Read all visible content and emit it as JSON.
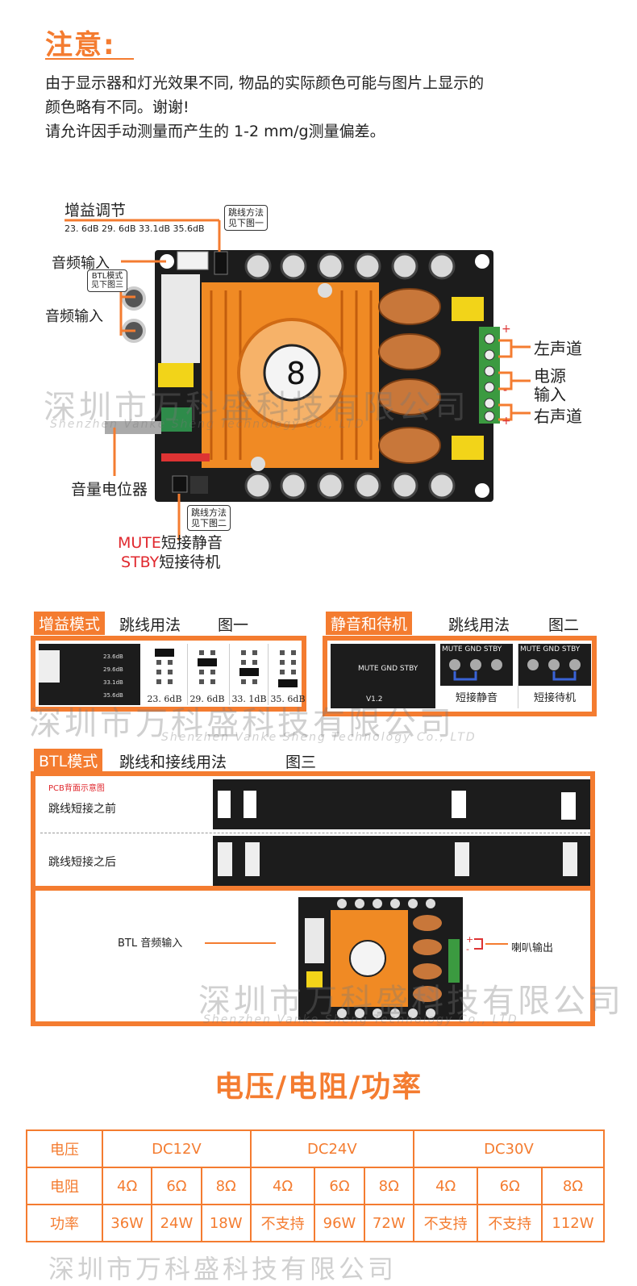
{
  "notice": {
    "title": "注意:",
    "line1": "由于显示器和灯光效果不同, 物品的实际颜色可能与图片上显示的",
    "line2": "颜色略有不同。谢谢!",
    "line3": "请允许因手动测量而产生的 1-2 mm/g测量偏差。"
  },
  "board": {
    "gain_title": "增益调节",
    "gain_values": "23. 6dB 29. 6dB 33.1dB 35.6dB",
    "jumper_callout1": "跳线方法",
    "jumper_callout1b": "见下图一",
    "audio_in_1": "音频输入",
    "btl_callout1": "BTL模式",
    "btl_callout1b": "见下图三",
    "audio_in_2": "音频输入",
    "left_channel": "左声道",
    "power_in_1": "电源",
    "power_in_2": "输入",
    "right_channel": "右声道",
    "volume_pot": "音量电位器",
    "jumper_callout2": "跳线方法",
    "jumper_callout2b": "见下图二",
    "mute_en": "MUTE",
    "mute_cn": "短接静音",
    "stby_en": "STBY",
    "stby_cn": "短接待机",
    "plus": "+",
    "minus": "-"
  },
  "fig1": {
    "tag": "增益模式",
    "title": "跳线用法",
    "fig": "图一",
    "opts": [
      "23. 6dB",
      "29. 6dB",
      "33. 1dB",
      "35. 6dB"
    ],
    "pcb_labels": [
      "23.6dB",
      "29.6dB",
      "33.1dB",
      "35.6dB"
    ]
  },
  "fig2": {
    "tag": "静音和待机",
    "title": "跳线用法",
    "fig": "图二",
    "pins": "MUTE GND STBY",
    "pcb_pins": "MUTE GND STBY",
    "pcb_ver": "V1.2",
    "mute_label": "短接静音",
    "stby_label": "短接待机"
  },
  "fig3": {
    "tag": "BTL模式",
    "title": "跳线和接线用法",
    "fig": "图三",
    "pcb_note": "PCB背面示意图",
    "before": "跳线短接之前",
    "after": "跳线短接之后",
    "btl_input": "BTL 音频输入",
    "speaker_out": "喇叭输出"
  },
  "power_table": {
    "title": "电压/电阻/功率",
    "row_voltage": "电压",
    "row_resistance": "电阻",
    "row_power": "功率",
    "voltages": [
      "DC12V",
      "DC24V",
      "DC30V"
    ],
    "resistances": [
      "4Ω",
      "6Ω",
      "8Ω",
      "4Ω",
      "6Ω",
      "8Ω",
      "4Ω",
      "6Ω",
      "8Ω"
    ],
    "powers": [
      "36W",
      "24W",
      "18W",
      "不支持",
      "96W",
      "72W",
      "不支持",
      "不支持",
      "112W"
    ]
  },
  "watermark": {
    "cn": "深圳市万科盛科技有限公司",
    "en": "Shenzhen Vanke Sheng Technology Co., LTD"
  },
  "colors": {
    "accent": "#f47c30",
    "pcb": "#1c1c1c",
    "heatsink": "#f08a24"
  }
}
